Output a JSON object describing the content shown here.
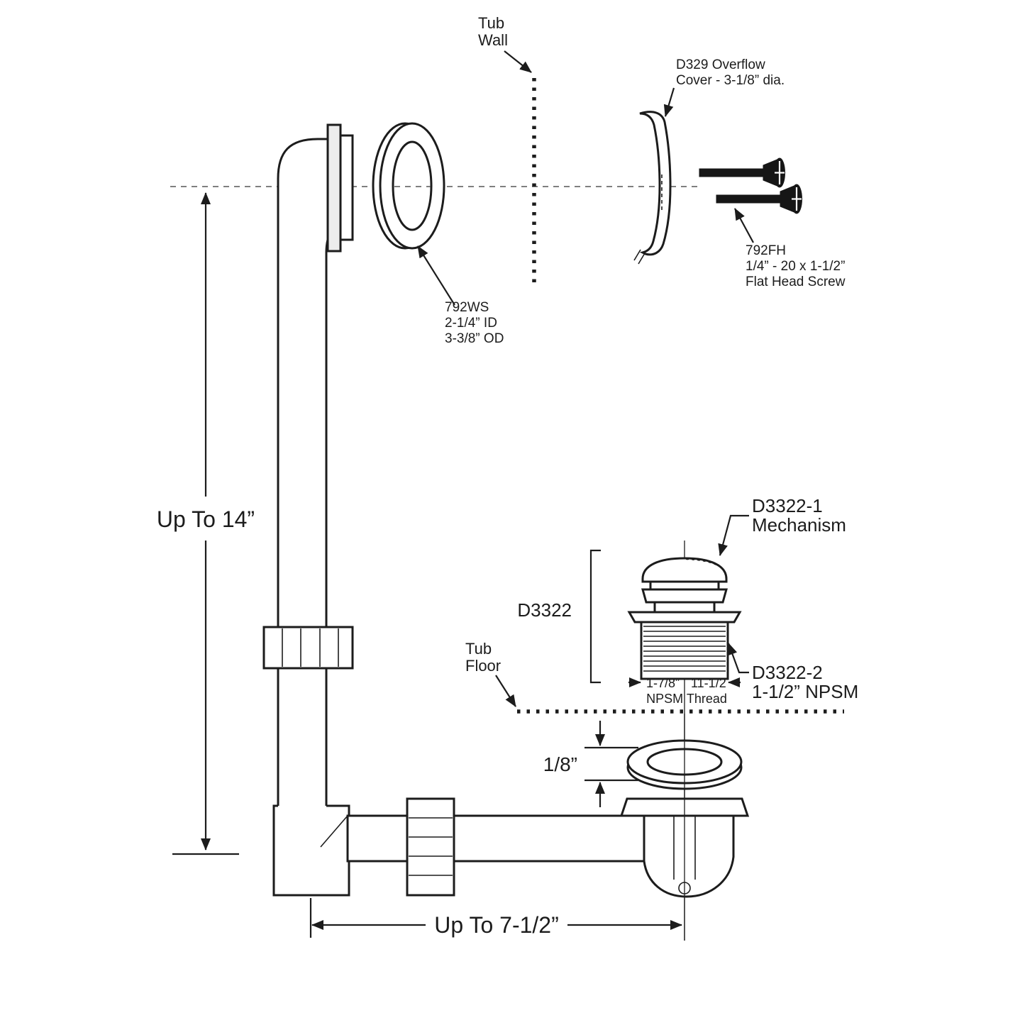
{
  "diagram": {
    "title": "Bathtub waste and overflow drain assembly diagram",
    "colors": {
      "line": "#1c1c1c",
      "centerline": "#555555",
      "background": "#ffffff"
    },
    "labels": {
      "tub_wall": {
        "line1": "Tub",
        "line2": "Wall"
      },
      "d329": {
        "line1": "D329 Overflow",
        "line2": "Cover - 3-1/8” dia."
      },
      "fh792": {
        "line1": "792FH",
        "line2": "1/4” - 20 x 1-1/2”",
        "line3": "Flat Head Screw"
      },
      "ws792": {
        "line1": "792WS",
        "line2": "2-1/4” ID",
        "line3": "3-3/8” OD"
      },
      "tub_floor": {
        "line1": "Tub",
        "line2": "Floor"
      },
      "d3322": "D3322",
      "d3322_1": {
        "line1": "D3322-1",
        "line2": "Mechanism"
      },
      "d3322_2": {
        "line1": "D3322-2",
        "line2": "1-1/2” NPSM"
      },
      "thread_dim": {
        "left": "1-7/8”",
        "right": "11-1/2",
        "line2": "NPSM Thread"
      }
    },
    "dimensions": {
      "overflow_height": "Up To 14”",
      "drain_offset": "Up To 7-1/2”",
      "washer_thickness": "1/8”"
    }
  }
}
